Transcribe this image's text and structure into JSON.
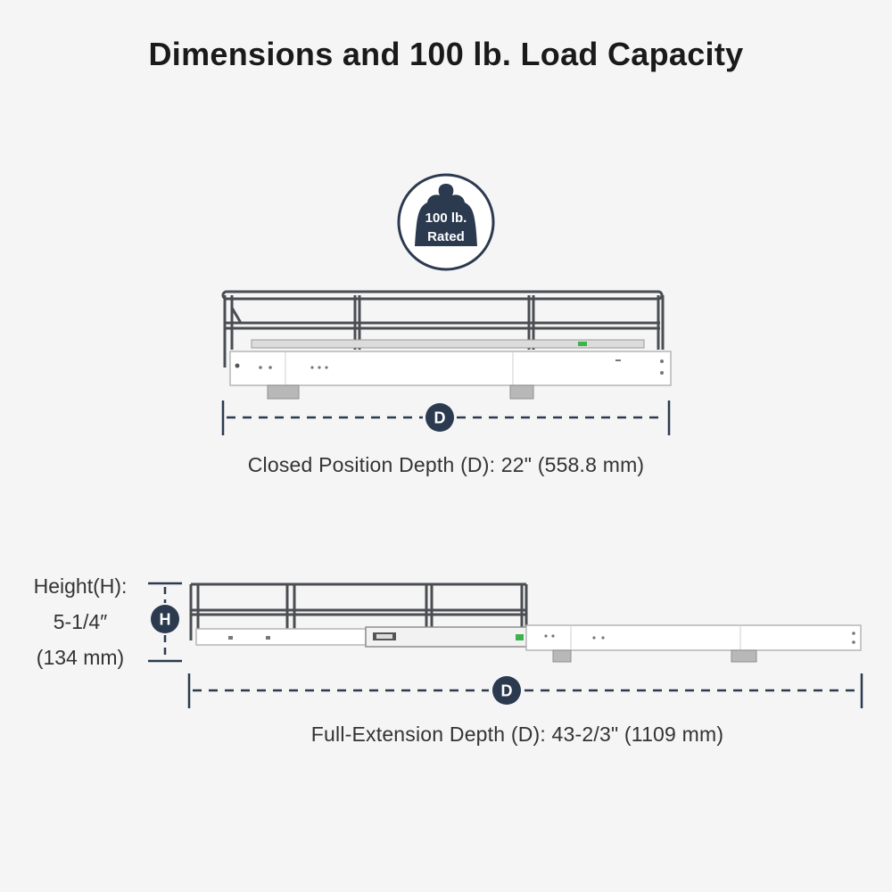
{
  "title": "Dimensions and 100 lb. Load Capacity",
  "badge": {
    "line1": "100 lb.",
    "line2": "Rated"
  },
  "closed": {
    "marker": "D",
    "caption": "Closed Position Depth (D): 22\" (558.8 mm)"
  },
  "extended": {
    "marker": "D",
    "caption": "Full-Extension Depth (D): 43-2/3\" (1109 mm)"
  },
  "height": {
    "marker": "H",
    "line1": "Height(H):",
    "line2": "5-1/4″",
    "line3": "(134 mm)"
  },
  "colors": {
    "accent": "#2b3a4f",
    "wire": "#4a4d52",
    "rail": "#ffffff",
    "background": "#f5f5f5"
  }
}
